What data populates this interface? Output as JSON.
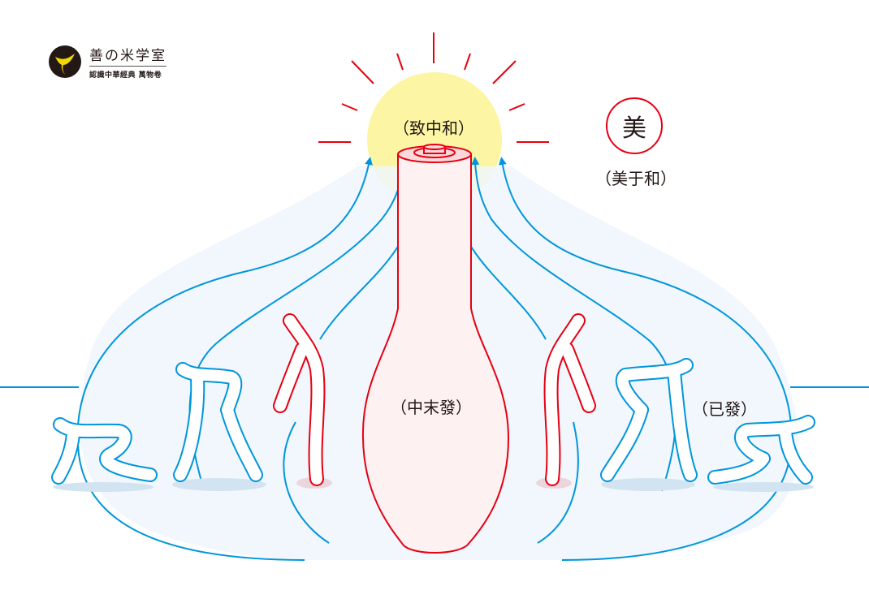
{
  "logo": {
    "title": "善の米学室",
    "subtitle": "認識中華經典 萬物卷",
    "icon": "bird-emblem-icon"
  },
  "labels": {
    "zhong_he": "（致中和）",
    "wei_fa": "（中末發）",
    "yi_fa": "（已發）",
    "mei": "美",
    "mei_yu_he": "（美于和）"
  },
  "colors": {
    "red": "#e60012",
    "blue": "#0096db",
    "sun_yellow": "#fbf5a4",
    "light_blue_fill": "#eef6fc",
    "pink_fill": "#fdf1f1",
    "text": "#231815"
  }
}
